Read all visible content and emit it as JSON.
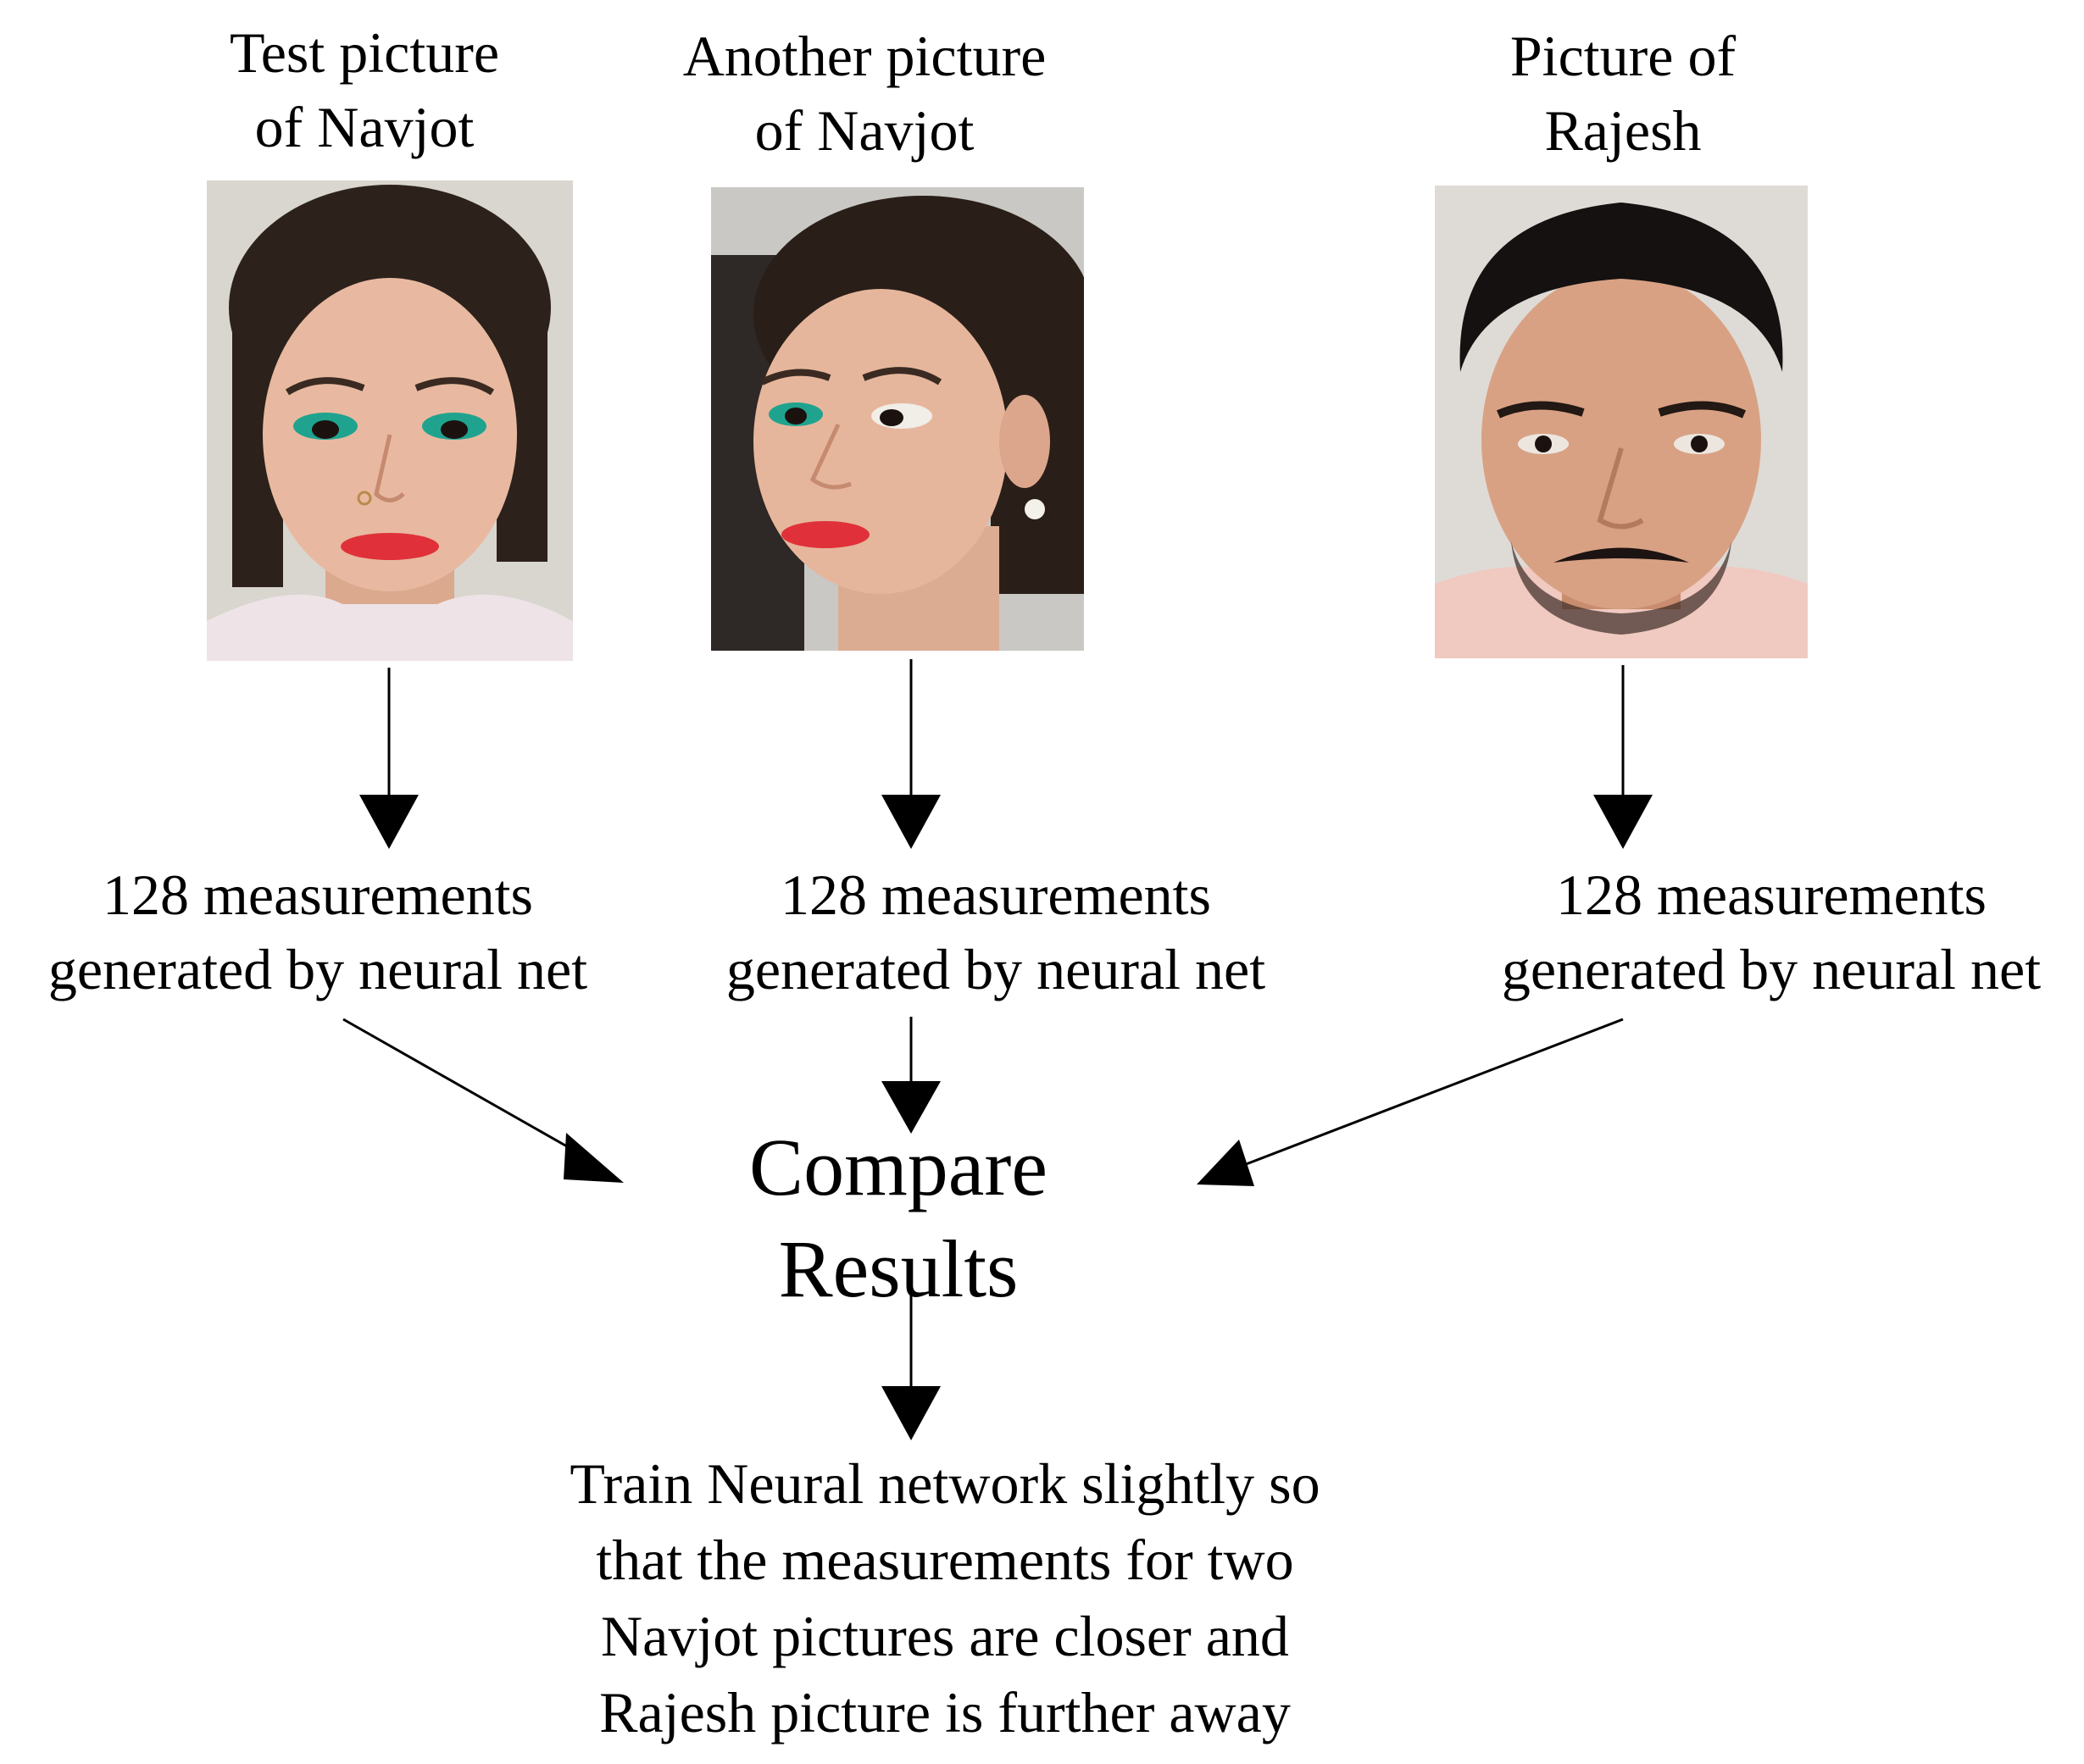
{
  "photos": [
    {
      "label": "Test picture\nof Navjot",
      "icon": "female-face-front-photo",
      "measurement": "128 measurements\ngenerated by neural net"
    },
    {
      "label": "Another picture\nof Navjot",
      "icon": "female-face-profile-photo",
      "measurement": "128 measurements\ngenerated by neural net"
    },
    {
      "label": "Picture of\nRajesh",
      "icon": "male-face-front-photo",
      "measurement": "128 measurements\ngenerated by neural net"
    }
  ],
  "compare": "Compare\nResults",
  "result": "Train Neural network slightly so\nthat the measurements for two\nNavjot  pictures are closer and\nRajesh picture is further away",
  "colors": {
    "text": "#000000",
    "arrow": "#000000",
    "background": "#ffffff",
    "lipstick": "#e0313a",
    "eyeshadow": "#1fa38f"
  }
}
